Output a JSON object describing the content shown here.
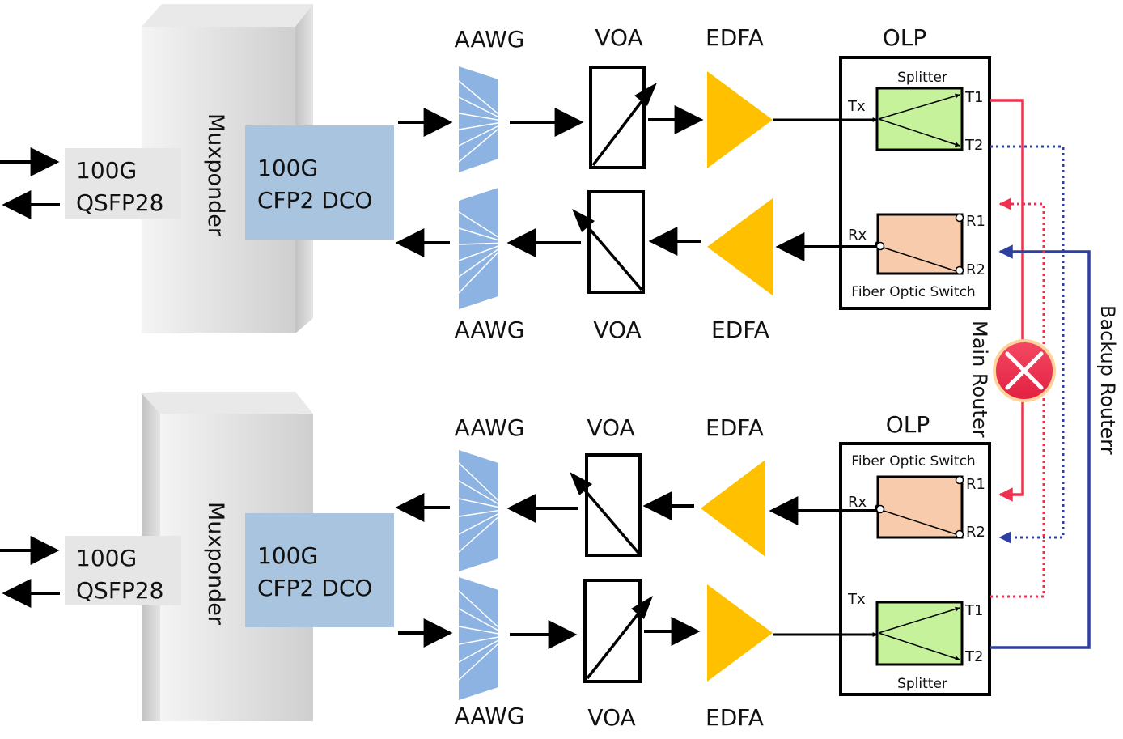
{
  "colors": {
    "muxponder_light": "#f2f2f2",
    "muxponder_dark": "#c8c8c8",
    "qsfp_box": "#e6e6e6",
    "cfp_box": "#a9c4de",
    "aawg": "#8db3e2",
    "edfa": "#ffc000",
    "splitter": "#c6f29b",
    "switch": "#f8cbad",
    "main_route": "#f0304f",
    "backup_route": "#2f3f9f",
    "fault": "#f0304f"
  },
  "top_system": {
    "muxponder": "Muxponder",
    "qsfp_line1": "100G",
    "qsfp_line2": "QSFP28",
    "cfp_line1": "100G",
    "cfp_line2": "CFP2 DCO",
    "aawg_upper": "AAWG",
    "aawg_lower": "AAWG",
    "voa_upper": "VOA",
    "voa_lower": "VOA",
    "edfa_upper": "EDFA",
    "edfa_lower": "EDFA",
    "olp": "OLP",
    "splitter": "Splitter",
    "switch": "Fiber Optic Switch",
    "tx": "Tx",
    "rx": "Rx",
    "t1": "T1",
    "t2": "T2",
    "r1": "R1",
    "r2": "R2"
  },
  "bottom_system": {
    "muxponder": "Muxponder",
    "qsfp_line1": "100G",
    "qsfp_line2": "QSFP28",
    "cfp_line1": "100G",
    "cfp_line2": "CFP2 DCO",
    "aawg_upper": "AAWG",
    "aawg_lower": "AAWG",
    "voa_upper": "VOA",
    "voa_lower": "VOA",
    "edfa_upper": "EDFA",
    "edfa_lower": "EDFA",
    "olp": "OLP",
    "splitter": "Splitter",
    "switch": "Fiber Optic Switch",
    "tx": "Tx",
    "rx": "Rx",
    "t1": "T1",
    "t2": "T2",
    "r1": "R1",
    "r2": "R2"
  },
  "routes": {
    "main": "Main Router",
    "backup": "Backup Routerr"
  }
}
